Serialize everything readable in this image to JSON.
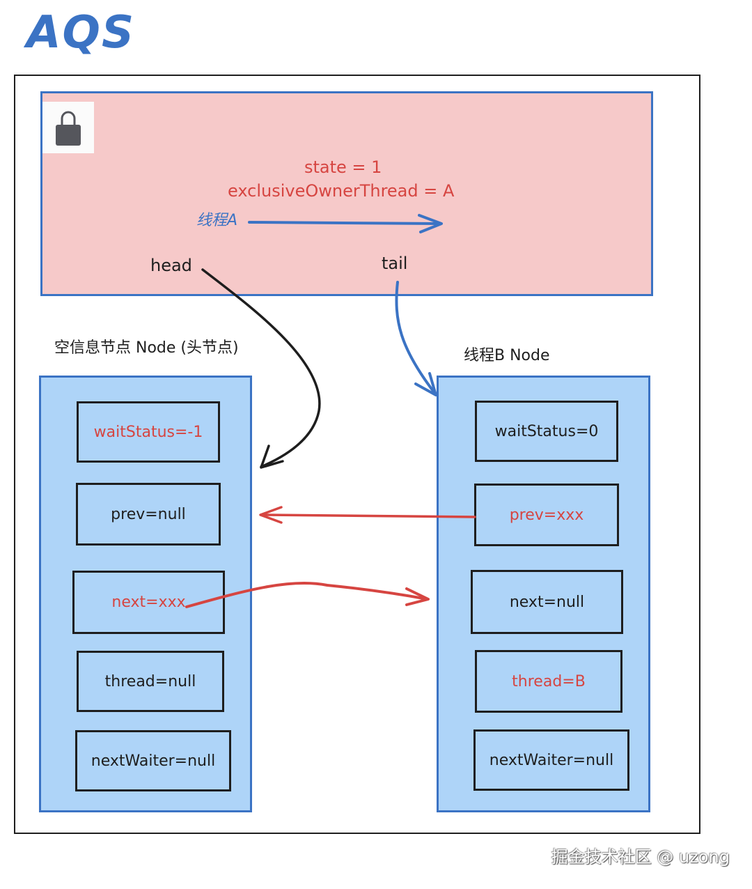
{
  "title": "AQS",
  "aqs": {
    "lock_icon": "lock-icon",
    "state_text": "state = 1",
    "owner_text": "exclusiveOwnerThread = A",
    "thread_label": "线程A",
    "head_label": "head",
    "tail_label": "tail"
  },
  "left_node": {
    "caption": "空信息节点 Node (头节点)",
    "fields": [
      {
        "text": "waitStatus=-1",
        "highlight": true
      },
      {
        "text": "prev=null",
        "highlight": false
      },
      {
        "text": "next=xxx",
        "highlight": true
      },
      {
        "text": "thread=null",
        "highlight": false
      },
      {
        "text": "nextWaiter=null",
        "highlight": false
      }
    ]
  },
  "right_node": {
    "caption": "线程B Node",
    "fields": [
      {
        "text": "waitStatus=0",
        "highlight": false
      },
      {
        "text": "prev=xxx",
        "highlight": true
      },
      {
        "text": "next=null",
        "highlight": false
      },
      {
        "text": "thread=B",
        "highlight": true
      },
      {
        "text": "nextWaiter=null",
        "highlight": false
      }
    ]
  },
  "watermark": "掘金技术社区 @ uzong",
  "colors": {
    "accent_blue": "#3b73c4",
    "highlight_red": "#d64541",
    "aqs_fill": "#f6c9c9",
    "node_fill": "#aed4f8",
    "ink": "#1e1e1e"
  }
}
